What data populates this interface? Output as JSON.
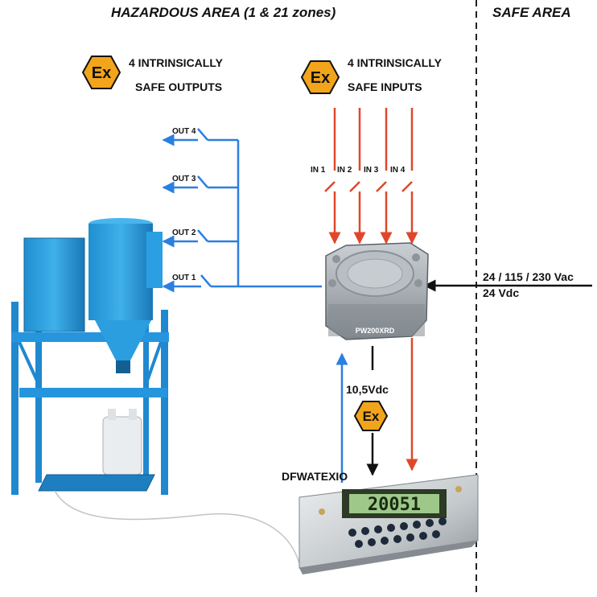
{
  "zones": {
    "hazardous_title": "HAZARDOUS  AREA (1 & 21 zones)",
    "safe_title": "SAFE AREA"
  },
  "outputs_block": {
    "line1": "4 INTRINSICALLY",
    "line2": "SAFE OUTPUTS",
    "ex_symbol": "Ex",
    "labels": [
      "OUT 4",
      "OUT 3",
      "OUT 2",
      "OUT 1"
    ]
  },
  "inputs_block": {
    "line1": "4 INTRINSICALLY",
    "line2": "SAFE INPUTS",
    "ex_symbol": "Ex",
    "labels": [
      "IN 1",
      "IN 2",
      "IN 3",
      "IN 4"
    ]
  },
  "transmitter": {
    "model": "PW200XRD"
  },
  "power": {
    "line1": "24 / 115 / 230 Vac",
    "line2": "24 Vdc"
  },
  "link": {
    "voltage": "10,5Vdc",
    "ex_symbol": "Ex"
  },
  "indicator": {
    "model": "DFWATEXIO",
    "display_value": "20051"
  },
  "colors": {
    "output_line": "#2a7fe0",
    "input_line": "#e0472a",
    "power_line": "#111111",
    "ex_fill": "#f2a51b"
  }
}
